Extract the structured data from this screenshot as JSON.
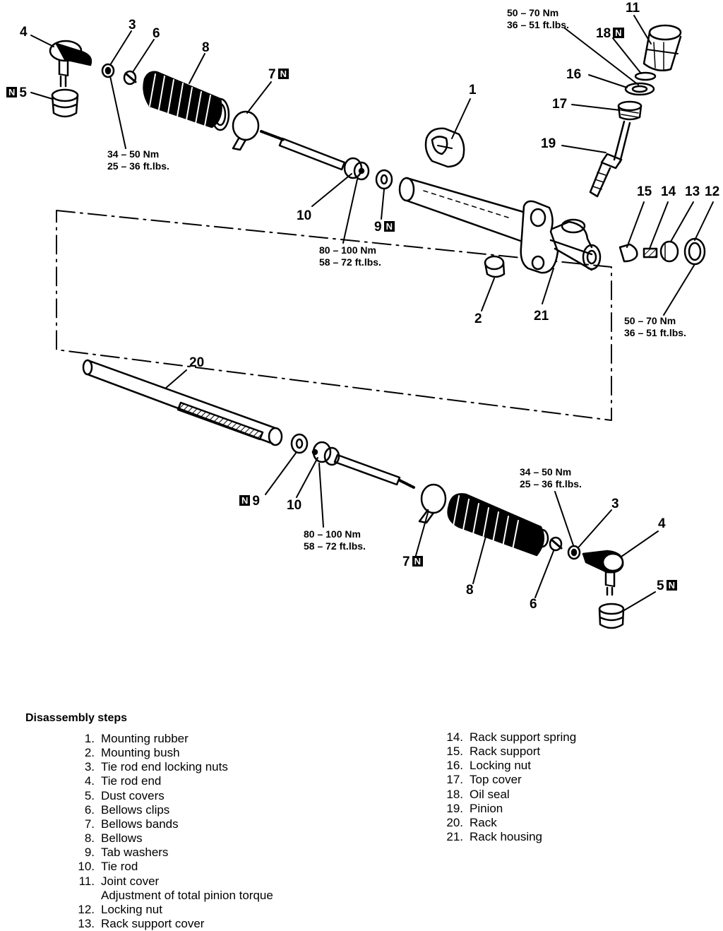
{
  "callouts": {
    "c1": "1",
    "c2": "2",
    "c3a": "3",
    "c3b": "3",
    "c4a": "4",
    "c4b": "4",
    "c5a": "5",
    "c5b": "5",
    "c6a": "6",
    "c6b": "6",
    "c7a": "7",
    "c7b": "7",
    "c8a": "8",
    "c8b": "8",
    "c9a": "9",
    "c9b": "9",
    "c10a": "10",
    "c10b": "10",
    "c11": "11",
    "c12": "12",
    "c13": "13",
    "c14": "14",
    "c15": "15",
    "c16": "16",
    "c17": "17",
    "c18": "18",
    "c19": "19",
    "c20": "20",
    "c21": "21"
  },
  "replace_marker": "N",
  "torques": {
    "t_joint_cover": [
      "50 – 70 Nm",
      "36 – 51 ft.lbs."
    ],
    "t_tie_rod_nut_upper": [
      "34 – 50 Nm",
      "25 – 36 ft.lbs."
    ],
    "t_tie_rod_upper": [
      "80 – 100 Nm",
      "58 – 72 ft.lbs."
    ],
    "t_locking_nut": [
      "50 – 70 Nm",
      "36 – 51 ft.lbs."
    ],
    "t_tie_rod_lower": [
      "80 – 100 Nm",
      "58 – 72 ft.lbs."
    ],
    "t_tie_rod_nut_lower": [
      "34 – 50 Nm",
      "25 – 36 ft.lbs."
    ]
  },
  "steps_title": "Disassembly steps",
  "steps_left": [
    {
      "num": "1.",
      "text": "Mounting rubber"
    },
    {
      "num": "2.",
      "text": "Mounting bush"
    },
    {
      "num": "3.",
      "text": "Tie rod end locking nuts"
    },
    {
      "num": "4.",
      "text": "Tie rod end"
    },
    {
      "num": "5.",
      "text": "Dust covers"
    },
    {
      "num": "6.",
      "text": "Bellows clips"
    },
    {
      "num": "7.",
      "text": "Bellows bands"
    },
    {
      "num": "8.",
      "text": "Bellows"
    },
    {
      "num": "9.",
      "text": "Tab washers"
    },
    {
      "num": "10.",
      "text": "Tie rod"
    },
    {
      "num": "11.",
      "text": "Joint cover"
    },
    {
      "num": "",
      "text": "Adjustment of total pinion torque"
    },
    {
      "num": "12.",
      "text": "Locking nut"
    },
    {
      "num": "13.",
      "text": "Rack support cover"
    }
  ],
  "steps_right": [
    {
      "num": "14.",
      "text": "Rack support spring"
    },
    {
      "num": "15.",
      "text": "Rack support"
    },
    {
      "num": "16.",
      "text": "Locking nut"
    },
    {
      "num": "17.",
      "text": "Top cover"
    },
    {
      "num": "18.",
      "text": "Oil seal"
    },
    {
      "num": "19.",
      "text": "Pinion"
    },
    {
      "num": "20.",
      "text": "Rack"
    },
    {
      "num": "21.",
      "text": "Rack housing"
    }
  ]
}
